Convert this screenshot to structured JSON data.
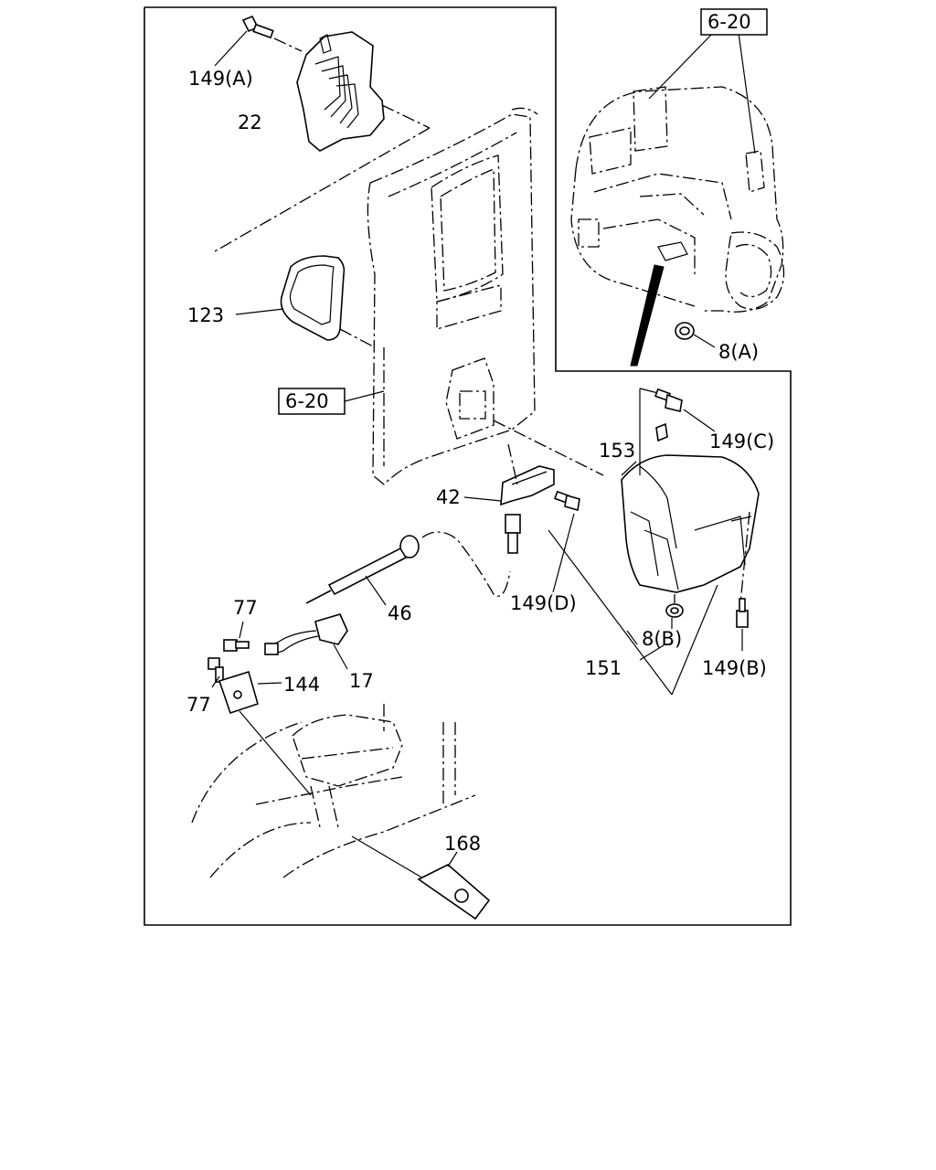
{
  "callouts": {
    "c149a": "149(A)",
    "c22": "22",
    "c123": "123",
    "ref620_left": "6-20",
    "ref620_top": "6-20",
    "c8a": "8(A)",
    "c149c": "149(C)",
    "c153": "153",
    "c42": "42",
    "c149d": "149(D)",
    "c46": "46",
    "c77_top": "77",
    "c77_bottom": "77",
    "c144": "144",
    "c17": "17",
    "c151": "151",
    "c8b": "8(B)",
    "c149b": "149(B)",
    "c168": "168"
  }
}
